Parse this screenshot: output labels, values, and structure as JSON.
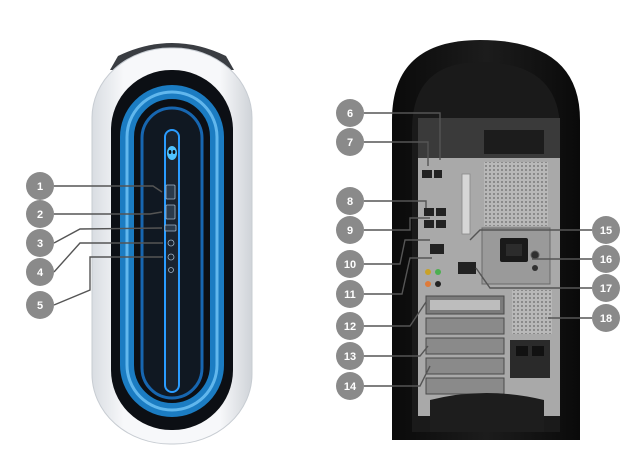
{
  "colors": {
    "background": "#ffffff",
    "badge": "#8a8a8a",
    "leader": "#555555",
    "front_shell": "#f2f4f6",
    "front_window": "#0c0f14",
    "front_glow": "#1e8fe0",
    "rear_shell": "#121212",
    "rear_panel": "#a9a9a9",
    "accent_blue": "#4fc3ff"
  },
  "icons": [
    "alienware-logo-icon"
  ],
  "callouts": [
    {
      "label": "1"
    },
    {
      "label": "2"
    },
    {
      "label": "3"
    },
    {
      "label": "4"
    },
    {
      "label": "5"
    },
    {
      "label": "6"
    },
    {
      "label": "7"
    },
    {
      "label": "8"
    },
    {
      "label": "9"
    },
    {
      "label": "10"
    },
    {
      "label": "11"
    },
    {
      "label": "12"
    },
    {
      "label": "13"
    },
    {
      "label": "14"
    },
    {
      "label": "15"
    },
    {
      "label": "16"
    },
    {
      "label": "17"
    },
    {
      "label": "18"
    }
  ]
}
